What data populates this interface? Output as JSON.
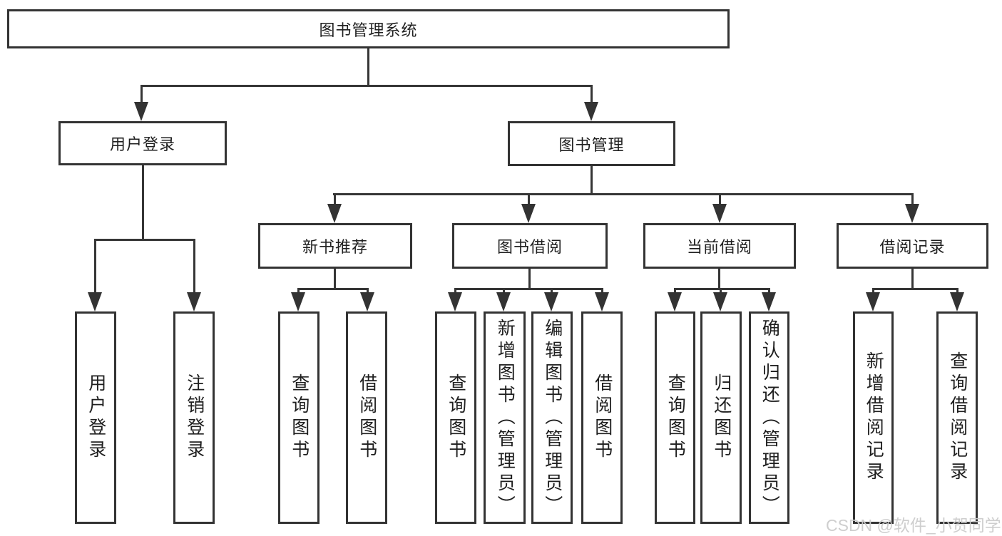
{
  "diagram": {
    "root": "图书管理系统",
    "branches": [
      {
        "label": "用户登录",
        "leaves": [
          "用户登录",
          "注销登录"
        ]
      },
      {
        "label": "图书管理",
        "modules": [
          {
            "label": "新书推荐",
            "leaves": [
              "查询图书",
              "借阅图书"
            ]
          },
          {
            "label": "图书借阅",
            "leaves": [
              "查询图书",
              "新增图书（管理员）",
              "编辑图书（管理员）",
              "借阅图书"
            ]
          },
          {
            "label": "当前借阅",
            "leaves": [
              "查询图书",
              "归还图书",
              "确认归还（管理员）"
            ]
          },
          {
            "label": "借阅记录",
            "leaves": [
              "新增借阅记录",
              "查询借阅记录"
            ]
          }
        ]
      }
    ],
    "watermark": "CSDN @软件_小贺同学",
    "colors": {
      "box_border": "#333333",
      "connector_line": "#363636",
      "text": "#1f1f1f",
      "watermark_text": "#cbcbcb",
      "background": "#ffffff"
    }
  }
}
